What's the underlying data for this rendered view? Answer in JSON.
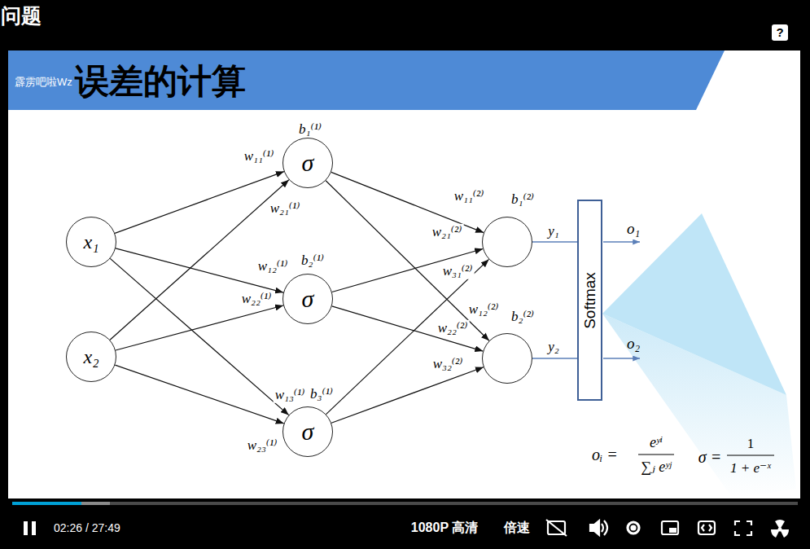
{
  "diagram": {
    "title": "误差的计算",
    "nodes": [
      {
        "text": [
          "x₁"
        ]
      },
      {
        "text": [
          "x₂"
        ]
      },
      {
        "text": [
          "b₁⁽¹⁾",
          "σ"
        ]
      },
      {
        "text": [
          "b₂⁽¹⁾",
          "σ"
        ]
      },
      {
        "text": [
          "b₃⁽¹⁾",
          "σ"
        ]
      },
      {
        "text": [
          "b₁⁽²⁾"
        ]
      },
      {
        "text": [
          "b₂⁽²⁾"
        ]
      },
      {
        "text": [
          "Softmax"
        ]
      }
    ],
    "edges": [
      {
        "from": 0,
        "to": 2,
        "arrow": "to",
        "label": "w₁₁⁽¹⁾"
      },
      {
        "from": 1,
        "to": 2,
        "arrow": "to",
        "label": "w₂₁⁽¹⁾"
      },
      {
        "from": 0,
        "to": 3,
        "arrow": "to",
        "label": "w₁₂⁽¹⁾"
      },
      {
        "from": 1,
        "to": 3,
        "arrow": "to",
        "label": "w₂₂⁽¹⁾"
      },
      {
        "from": 0,
        "to": 4,
        "arrow": "to",
        "label": "w₁₃⁽¹⁾"
      },
      {
        "from": 1,
        "to": 4,
        "arrow": "to",
        "label": "w₂₃⁽¹⁾"
      },
      {
        "from": 2,
        "to": 5,
        "arrow": "to",
        "label": "w₁₁⁽²⁾"
      },
      {
        "from": 3,
        "to": 5,
        "arrow": "to",
        "label": "w₂₁⁽²⁾"
      },
      {
        "from": 4,
        "to": 5,
        "arrow": "to",
        "label": "w₃₁⁽²⁾"
      },
      {
        "from": 2,
        "to": 6,
        "arrow": "to",
        "label": "w₁₂⁽²⁾"
      },
      {
        "from": 3,
        "to": 6,
        "arrow": "to",
        "label": "w₂₂⁽²⁾"
      },
      {
        "from": 4,
        "to": 6,
        "arrow": "to",
        "label": "w₃₂⁽²⁾"
      },
      {
        "from": 5,
        "to": 7,
        "arrow": "none",
        "label": "y₁"
      },
      {
        "from": 6,
        "to": 7,
        "arrow": "none",
        "label": "y₂"
      }
    ],
    "labels": [
      "问题",
      "霹雳吧啦Wz",
      "?",
      "o₁",
      "o₂",
      "oᵢ =",
      "eʸⁱ",
      "∑ⱼ eʸʲ",
      "σ =",
      "1",
      "1 + e⁻ˣ",
      "02:26 / 27:49",
      "1080P 高清",
      "倍速"
    ]
  }
}
